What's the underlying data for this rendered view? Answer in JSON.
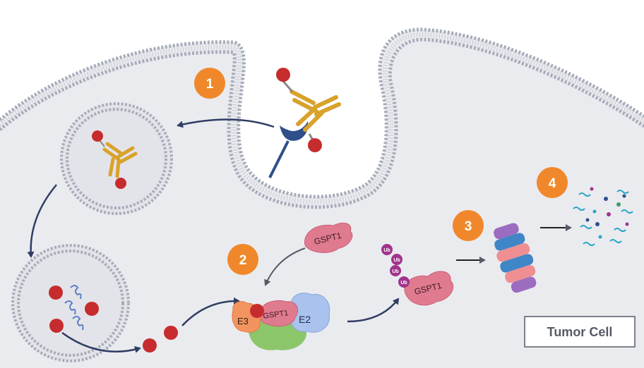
{
  "steps": [
    {
      "number": "1"
    },
    {
      "number": "2"
    },
    {
      "number": "3"
    },
    {
      "number": "4"
    }
  ],
  "labels": {
    "gspt1_free": "GSPT1",
    "gspt1_complex": "GSPT1",
    "gspt1_tagged": "GSPT1",
    "e3": "E3",
    "e2": "E2",
    "ub": "Ub",
    "tumor_cell": "Tumor Cell"
  },
  "colors": {
    "cytoplasm": "#eaebef",
    "membrane_head": "#a6acb9",
    "step_badge": "#f0882b",
    "payload": "#c62c2d",
    "antibody": "#d9a22b",
    "receptor": "#2f4f8a",
    "gspt1": "#e07b8f",
    "e3": "#f29460",
    "e2": "#a9c2ee",
    "ligase_base": "#8cc66a",
    "ubiquitin": "#a0338c",
    "proteasome_pink": "#ef8f92",
    "proteasome_blue": "#3f86c7",
    "proteasome_purple": "#9b6cc0",
    "arrow": "#2f3d63"
  }
}
